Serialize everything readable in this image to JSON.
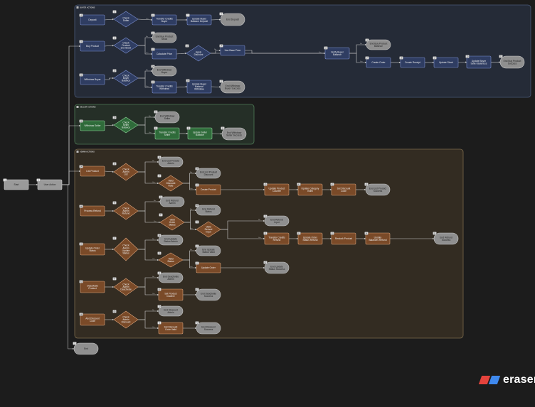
{
  "groups": [
    {
      "id": "buyer",
      "label": "BUYER ACTIONS"
    },
    {
      "id": "seller",
      "label": "SELLER ACTIONS"
    },
    {
      "id": "admin",
      "label": "ADMIN ACTIONS"
    }
  ],
  "nodes": {
    "start": {
      "text": "Start"
    },
    "user_action": {
      "text": "User Action"
    },
    "end": {
      "text": "End"
    },
    "deposit": {
      "text": "Deposit"
    },
    "check_dollar": {
      "text": "Check|Dollar"
    },
    "transfer_credits_buyer": {
      "text": "Transfer Credits|Buyer"
    },
    "update_buyer_balance_deposit": {
      "text": "Update Buyer|Balance Deposit"
    },
    "end_deposit": {
      "text": "End Deposit"
    },
    "buy_product": {
      "text": "Buy Product"
    },
    "check_product_stock": {
      "text": "Check|Product|and Stock"
    },
    "end_buy_product_stock": {
      "text": "End Buy Product|Stock"
    },
    "calculate_price": {
      "text": "Calculate Price"
    },
    "apply_discount": {
      "text": "Apply|Discount"
    },
    "use_base_price": {
      "text": "Use Base Price"
    },
    "verify_buyer_balance": {
      "text": "Verify Buyer|Balance"
    },
    "end_buy_product_balance": {
      "text": "End Buy Product|Balance"
    },
    "create_order": {
      "text": "Create Order"
    },
    "create_receipt": {
      "text": "Create Receipt"
    },
    "update_stock": {
      "text": "Update Stock"
    },
    "update_buyer_seller_balances": {
      "text": "Update Buyer|Seller Balances"
    },
    "end_buy_product_success": {
      "text": "End Buy Product|Success"
    },
    "withdraw_buyer": {
      "text": "Withdraw Buyer"
    },
    "check_buyer_balance": {
      "text": "Check|Buyer|Balance"
    },
    "end_withdraw_buyer": {
      "text": "End Withdraw|Buyer"
    },
    "transfer_credits_withdraw": {
      "text": "Transfer Credits|Withdraw"
    },
    "update_buyer_balance_withdraw": {
      "text": "Update Buyer|Balance|Withdraw"
    },
    "end_withdraw_buyer_success": {
      "text": "End Withdraw|Buyer Success"
    },
    "withdraw_seller": {
      "text": "Withdraw Seller"
    },
    "check_seller_balance": {
      "text": "Check|Seller|Balance"
    },
    "end_withdraw_seller": {
      "text": "End Withdraw|Seller"
    },
    "transfer_credits_seller": {
      "text": "Transfer Credits|Seller"
    },
    "update_seller_balance": {
      "text": "Update Seller|Balance"
    },
    "end_withdraw_seller_success": {
      "text": "End Withdraw|Seller Success"
    },
    "list_product": {
      "text": "List Product"
    },
    "check_admin_list": {
      "text": "Check|Admin|List"
    },
    "end_list_product_admin": {
      "text": "End List Product|Admin"
    },
    "valid_discount_rate": {
      "text": "Valid|Discount|Rate"
    },
    "end_list_product_discount": {
      "text": "End List Product|Discount"
    },
    "create_product": {
      "text": "Create Product"
    },
    "update_product_counter": {
      "text": "Update Product|Counter"
    },
    "update_category_index": {
      "text": "Update Category|Index"
    },
    "set_discount_code": {
      "text": "Set Discount|Code"
    },
    "end_list_product_success": {
      "text": "End List Product|Success"
    },
    "process_refund": {
      "text": "Process Refund"
    },
    "check_admin_refund": {
      "text": "Check|Admin|Refund"
    },
    "end_refund_admin": {
      "text": "End Refund|Admin"
    },
    "valid_order_status": {
      "text": "Valid|Order|Status"
    },
    "end_refund_status": {
      "text": "End Refund|Status"
    },
    "valid_refund_input": {
      "text": "Valid|Refund|Input"
    },
    "end_refund_input": {
      "text": "End Refund|Input"
    },
    "transfer_credits_refund": {
      "text": "Transfer Credits|Refund"
    },
    "update_order_status_refund": {
      "text": "Update Order|Status Refund"
    },
    "restock_product": {
      "text": "Restock Product"
    },
    "update_balances_refund": {
      "text": "Update|Balances Refund"
    },
    "end_refund_success": {
      "text": "End Refund|Success"
    },
    "update_order_status": {
      "text": "Update Order|Status"
    },
    "check_admin_update_status": {
      "text": "Check|Admin|Update|Status"
    },
    "end_update_status_admin": {
      "text": "End Update|Status Admin"
    },
    "valid_status": {
      "text": "Valid|Status"
    },
    "end_update_status_valid": {
      "text": "End Update|Status Valid"
    },
    "update_order": {
      "text": "Update Order"
    },
    "end_update_status_success": {
      "text": "End Update|Status Success"
    },
    "deactivate_product": {
      "text": "Deactivate|Product"
    },
    "check_admin_deactivate": {
      "text": "Check|Admin|Deactivate"
    },
    "end_deactivate_admin": {
      "text": "End Deactivate|Admin"
    },
    "set_product_inactive": {
      "text": "Set Product|Inactive"
    },
    "end_deactivate_success": {
      "text": "End Deactivate|Success"
    },
    "add_discount_code": {
      "text": "Add Discount|Code"
    },
    "check_admin_discount": {
      "text": "Check|Admin|Discount"
    },
    "end_discount_admin": {
      "text": "End Discount|Admin"
    },
    "set_discount_code_valid": {
      "text": "Set Discount|Code Valid"
    },
    "end_discount_success": {
      "text": "End Discount|Success"
    }
  },
  "edge_labels": {
    "yes": "Yes",
    "no": "No"
  },
  "colors": {
    "buyer_fill": "#2f3d62",
    "buyer_stroke": "#7c8fcf",
    "buyer_group": "#252b37",
    "seller_fill": "#2f6b3a",
    "seller_stroke": "#8fd39b",
    "seller_group": "#252f27",
    "admin_fill": "#7a4a28",
    "admin_stroke": "#d9a27a",
    "admin_group": "#332c22",
    "end_fill": "#8f8f8f",
    "neutral_fill": "#9a9a9a"
  },
  "brand": {
    "name": "eraser"
  }
}
